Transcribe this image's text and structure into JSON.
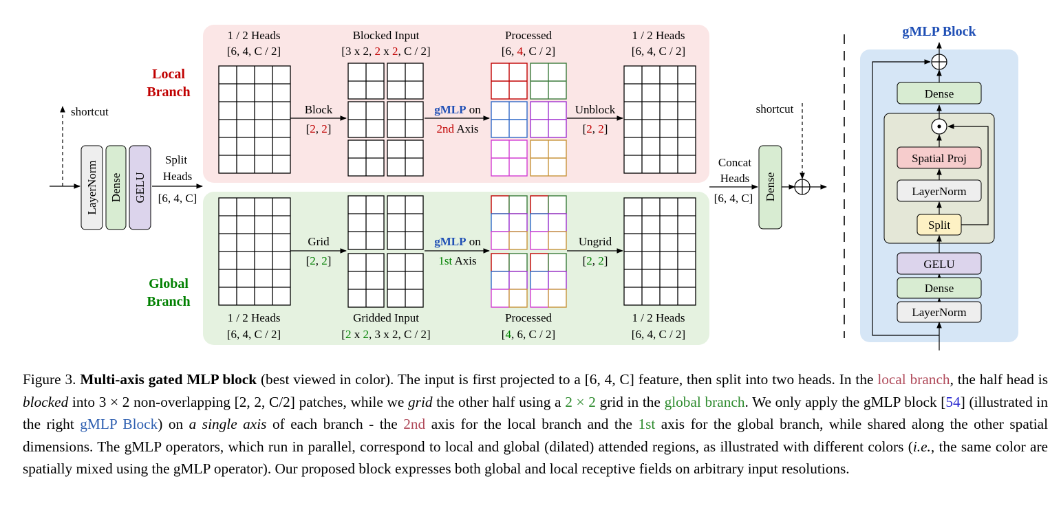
{
  "colors": {
    "local_red": "#c00000",
    "global_green": "#008000",
    "gmlp_blue": "#1f4fb5",
    "local_bg": "#fbe6e6",
    "global_bg": "#e5f2e0",
    "gmlp_bg": "#d6e6f6",
    "dense_fill": "#d8ecd2",
    "gelu_fill": "#dcd4ec",
    "layernorm_fill": "#eeeeee",
    "spatial_proj_fill": "#f6cccc",
    "split_fill": "#fdf1c4",
    "patch_red": "#c00000",
    "patch_green": "#3a7a3a",
    "patch_blue": "#2f68c8",
    "patch_purple": "#a02fd0",
    "patch_magenta": "#d23cd2",
    "patch_orange": "#c8943a"
  },
  "icons": {
    "plus_circle": "circled-plus-icon",
    "dot_circle": "circled-dot-icon"
  },
  "left_block": {
    "shortcut": "shortcut",
    "layernorm": "LayerNorm",
    "dense": "Dense",
    "gelu": "GELU",
    "split_l1": "Split",
    "split_l2": "Heads",
    "split_l3": "[6, 4, C]"
  },
  "local_branch": {
    "title_l1": "Local",
    "title_l2": "Branch",
    "col1_l1": "1 / 2 Heads",
    "col1_l2": "[6, 4, C / 2]",
    "col2_l1": "Blocked Input",
    "col2_l2_a": "[3 x 2, ",
    "col2_l2_b": "2",
    "col2_l2_c": " x ",
    "col2_l2_d": "2",
    "col2_l2_e": ", C / 2]",
    "col3_l1": "Processed",
    "col3_l2_a": "[6, ",
    "col3_l2_b": "4",
    "col3_l2_c": ", C / 2]",
    "col4_l1": "1 / 2 Heads",
    "col4_l2": "[6, 4, C / 2]",
    "op1_l1": "Block",
    "op1_l2_a": "[",
    "op1_l2_b": "2",
    "op1_l2_c": ", ",
    "op1_l2_d": "2",
    "op1_l2_e": "]",
    "op2_l1_a": "gMLP",
    "op2_l1_b": " on",
    "op2_l2_a": "2nd",
    "op2_l2_b": " Axis",
    "op3_l1": "Unblock",
    "op3_l2_a": "[",
    "op3_l2_b": "2",
    "op3_l2_c": ", ",
    "op3_l2_d": "2",
    "op3_l2_e": "]"
  },
  "global_branch": {
    "title_l1": "Global",
    "title_l2": "Branch",
    "col1_l1": "1 / 2 Heads",
    "col1_l2": "[6, 4, C / 2]",
    "col2_l1": "Gridded Input",
    "col2_l2_a": "[",
    "col2_l2_b": "2",
    "col2_l2_c": " x ",
    "col2_l2_d": "2",
    "col2_l2_e": ", 3 x 2, C / 2]",
    "col3_l1": "Processed",
    "col3_l2_a": "[",
    "col3_l2_b": "4",
    "col3_l2_c": ", 6, C / 2]",
    "col4_l1": "1 / 2 Heads",
    "col4_l2": "[6, 4, C / 2]",
    "op1_l1": "Grid",
    "op1_l2_a": "[",
    "op1_l2_b": "2",
    "op1_l2_c": ", ",
    "op1_l2_d": "2",
    "op1_l2_e": "]",
    "op2_l1_a": "gMLP",
    "op2_l1_b": " on",
    "op2_l2_a": "1st",
    "op2_l2_b": " Axis",
    "op3_l1": "Ungrid",
    "op3_l2_a": "[",
    "op3_l2_b": "2",
    "op3_l2_c": ", ",
    "op3_l2_d": "2",
    "op3_l2_e": "]"
  },
  "right_block": {
    "concat_l1": "Concat",
    "concat_l2": "Heads",
    "concat_l3": "[6, 4, C]",
    "dense": "Dense",
    "shortcut": "shortcut"
  },
  "gmlp_block": {
    "title": "gMLP Block",
    "dense_top": "Dense",
    "spatial_proj": "Spatial Proj",
    "layernorm_inner": "LayerNorm",
    "split": "Split",
    "gelu": "GELU",
    "dense_bottom": "Dense",
    "layernorm_bottom": "LayerNorm"
  },
  "caption": {
    "s1": "Figure 3. ",
    "s2": "Multi-axis gated MLP block",
    "s3": " (best viewed in color). The input is first projected to a [6, 4, C] feature, then split into two heads. In the ",
    "s4": "local branch",
    "s5": ", the half head is ",
    "s6": "blocked",
    "s7": " into 3 × 2 non-overlapping [2, 2, C/2] patches, while we ",
    "s8": "grid",
    "s9": " the other half using a ",
    "s10": "2 × 2",
    "s11": " grid in the ",
    "s12": "global branch",
    "s13": ". We only apply the gMLP block [",
    "s14": "54",
    "s15": "] (illustrated in the right ",
    "s16": "gMLP Block",
    "s17": ") on ",
    "s18": "a single axis",
    "s19": " of each branch - the ",
    "s20": "2nd",
    "s21": " axis for the local branch and the ",
    "s22": "1st",
    "s23": " axis for the global branch, while shared along the other spatial dimensions. The gMLP operators, which run in parallel, correspond to local and global (dilated) attended regions, as illustrated with different colors (",
    "s24": "i.e.",
    "s25": ", the same color are spatially mixed using the gMLP operator). Our proposed block expresses both global and local receptive fields on arbitrary input resolutions."
  }
}
